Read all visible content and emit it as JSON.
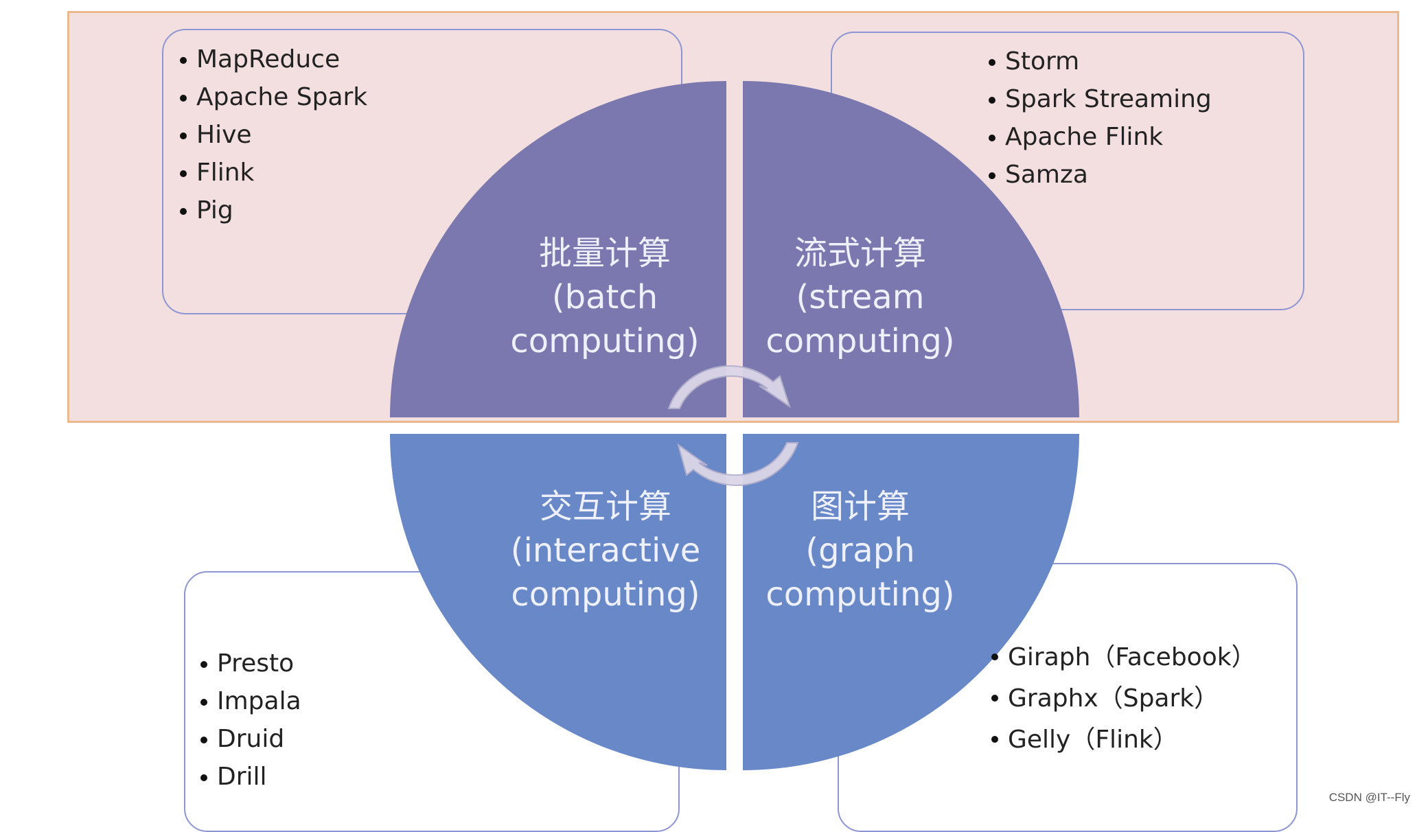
{
  "quadrants": {
    "batch": {
      "title_cn": "批量计算",
      "title_en_1": "(batch",
      "title_en_2": "computing)",
      "tools": [
        "MapReduce",
        "Apache Spark",
        "Hive",
        "Flink",
        "Pig"
      ]
    },
    "stream": {
      "title_cn": "流式计算",
      "title_en_1": "(stream",
      "title_en_2": "computing)",
      "tools": [
        "Storm",
        "Spark Streaming",
        "Apache Flink",
        "Samza"
      ]
    },
    "interactive": {
      "title_cn": "交互计算",
      "title_en_1": "(interactive",
      "title_en_2": "computing)",
      "tools": [
        "Presto",
        "Impala",
        "Druid",
        "Drill"
      ]
    },
    "graph": {
      "title_cn": "图计算",
      "title_en_1": "(graph",
      "title_en_2": "computing)",
      "tools": [
        "Giraph（Facebook）",
        "Graphx（Spark）",
        "Gelly（Flink）"
      ]
    }
  },
  "colors": {
    "top_quadrant": "#7a78ae",
    "bottom_quadrant": "#6888c8",
    "band_fill": "#f4dfe0",
    "band_border": "#eab98d",
    "box_border": "#8d95d2"
  },
  "watermark": "CSDN @IT--Fly"
}
